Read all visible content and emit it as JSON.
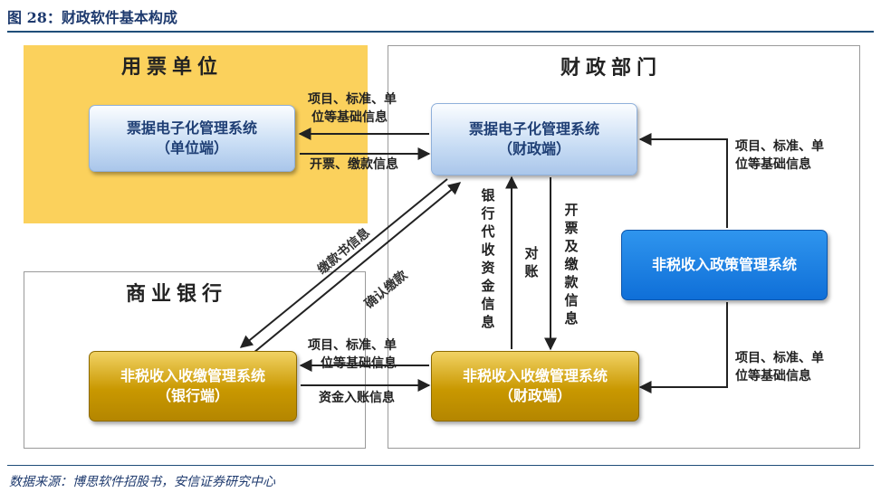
{
  "figure": {
    "title": "图 28：财政软件基本构成",
    "source": "数据来源：博思软件招股书，安信证券研究中心"
  },
  "regions": {
    "unit": "用票单位",
    "finance": "财政部门",
    "bank": "商业银行"
  },
  "boxes": {
    "unit_billing": [
      "票据电子化管理系统",
      "（单位端）"
    ],
    "finance_billing": [
      "票据电子化管理系统",
      "（财政端）"
    ],
    "nontax_policy": "非税收入政策管理系统",
    "bank_collection": [
      "非税收入收缴管理系统",
      "（银行端）"
    ],
    "finance_collection": [
      "非税收入收缴管理系统",
      "（财政端）"
    ]
  },
  "labels": {
    "top_basic_info": [
      "项目、标准、单",
      "位等基础信息"
    ],
    "invoice_payment_info": "开票、缴款信息",
    "right_top_basic_info": [
      "项目、标准、单",
      "位等基础信息"
    ],
    "bank_collect_info": "银行代收资金信息",
    "reconcile": "对账",
    "invoice_pay_vertical": "开票及缴款信息",
    "payment_notice_info": "缴款书信息",
    "confirm_payment": "确认缴款",
    "bottom_basic_info": [
      "项目、标准、单",
      "位等基础信息"
    ],
    "funds_arrival_info": "资金入账信息",
    "right_bottom_basic_info": [
      "项目、标准、单",
      "位等基础信息"
    ]
  }
}
